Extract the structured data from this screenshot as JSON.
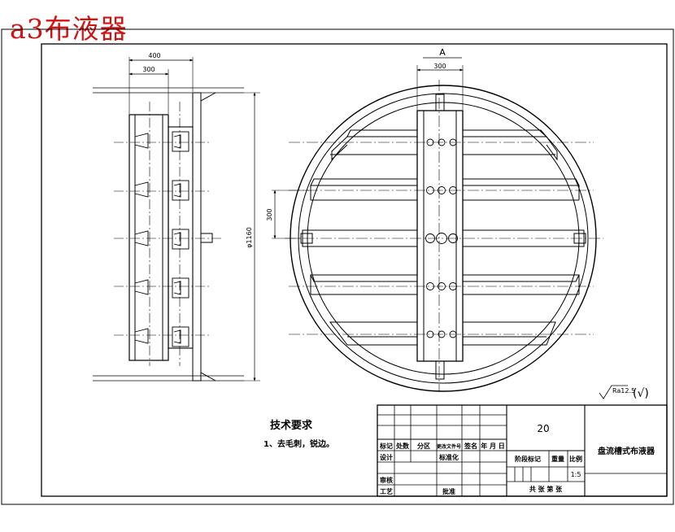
{
  "title": "a3布液器",
  "dimensions": {
    "width_400": "400",
    "width_300_left": "300",
    "diameter": "φ1160",
    "pitch_300": "300",
    "width_300_top": "300",
    "section_mark": "A"
  },
  "roughness": {
    "value": "Ra12.5",
    "check": "(√)"
  },
  "tech_requirements": {
    "heading": "技术要求",
    "items": [
      "1、去毛刺，锐边。"
    ]
  },
  "title_block": {
    "number": "20",
    "drawing_name": "盘流槽式布液器",
    "headers": [
      "标记",
      "处数",
      "分区",
      "更改文件号",
      "签名",
      "年 月 日"
    ],
    "row_design": [
      "设计",
      "标准化"
    ],
    "row_review": "审核",
    "row_process": "工艺",
    "approve": "批准",
    "stage_mark": "阶段标记",
    "weight": "重量",
    "scale_label": "比例",
    "scale_value": "1:5",
    "sheets": "共  张  第  张"
  }
}
